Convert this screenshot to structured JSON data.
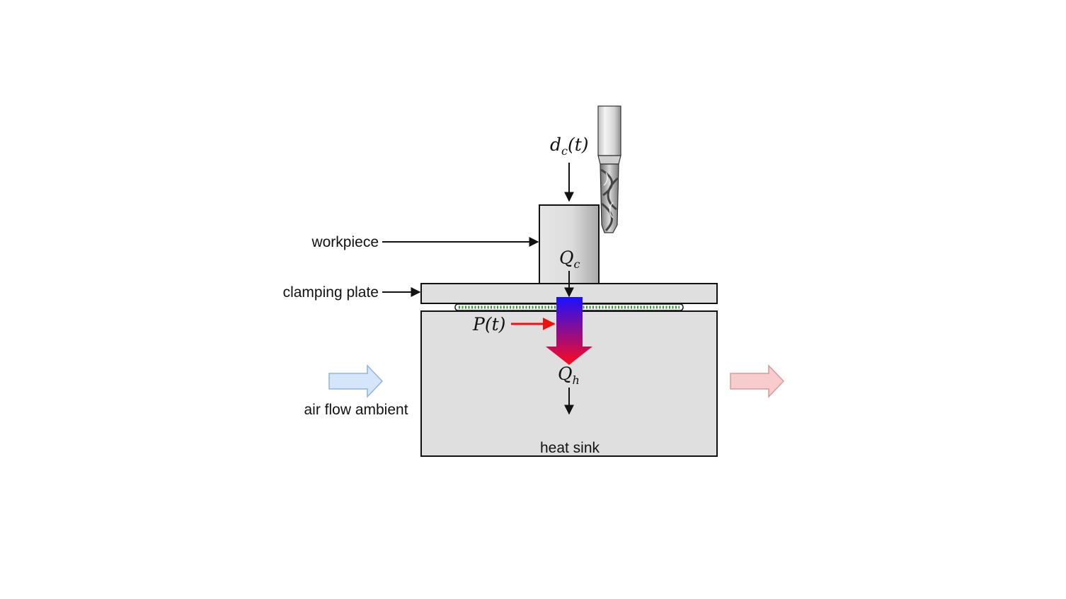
{
  "labels": {
    "workpiece": "workpiece",
    "clamping_plate": "clamping plate",
    "air_flow_ambient": "air flow ambient",
    "heat_sink": "heat sink"
  },
  "symbols": {
    "cut_depth": {
      "main": "d",
      "sub": "c",
      "arg": "(t)"
    },
    "power": {
      "main": "P",
      "arg": "(t)"
    },
    "heat_cut": {
      "main": "Q",
      "sub": "c"
    },
    "heat_sink": {
      "main": "Q",
      "sub": "h"
    }
  },
  "colors": {
    "heat_flow_top": "#1a10ff",
    "heat_flow_bottom": "#ff0a1e",
    "power_arrow": "#ee1111",
    "air_inlet": "#d6e6fa",
    "air_outlet": "#f6cccc",
    "thermo_dots": "#2e9e2e"
  },
  "icons": {
    "tool": "end-mill-icon"
  }
}
